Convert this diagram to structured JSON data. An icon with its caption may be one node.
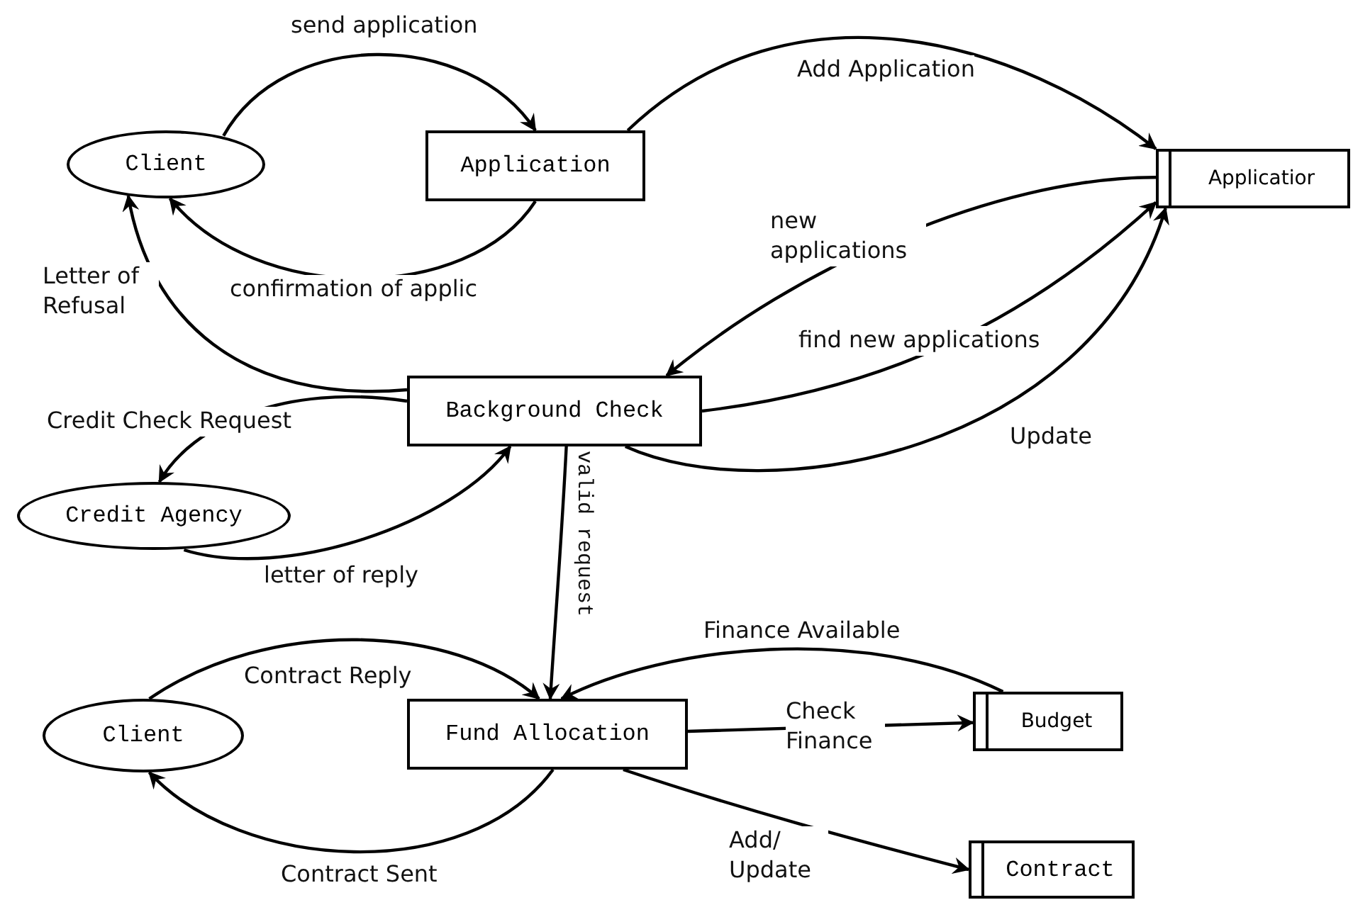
{
  "diagram": {
    "nodes": [
      {
        "text": [
          "Client"
        ]
      },
      {
        "text": [
          "Application"
        ]
      },
      {
        "text": [
          "Applicatior"
        ]
      },
      {
        "text": [
          "Background Check"
        ]
      },
      {
        "text": [
          "Credit Agency"
        ]
      },
      {
        "text": [
          "Client"
        ]
      },
      {
        "text": [
          "Fund Allocation"
        ]
      },
      {
        "text": [
          "Budget"
        ]
      },
      {
        "text": [
          "Contract"
        ]
      }
    ],
    "edges": [
      {
        "from": 0,
        "to": 1,
        "arrow": "to",
        "label": "send application"
      },
      {
        "from": 1,
        "to": 0,
        "arrow": "to",
        "label": "confirmation of applic"
      },
      {
        "from": 1,
        "to": 2,
        "arrow": "to",
        "label": "Add Application"
      },
      {
        "from": 2,
        "to": 3,
        "arrow": "to",
        "label": "new applications"
      },
      {
        "from": 3,
        "to": 2,
        "arrow": "to",
        "label": "find new applications"
      },
      {
        "from": 3,
        "to": 2,
        "arrow": "to",
        "label": "Update"
      },
      {
        "from": 3,
        "to": 0,
        "arrow": "to",
        "label": "Letter of Refusal"
      },
      {
        "from": 3,
        "to": 4,
        "arrow": "to",
        "label": "Credit Check Request"
      },
      {
        "from": 4,
        "to": 3,
        "arrow": "to",
        "label": "letter of reply"
      },
      {
        "from": 3,
        "to": 6,
        "arrow": "to",
        "label": "valid request"
      },
      {
        "from": 5,
        "to": 6,
        "arrow": "to",
        "label": "Contract Reply"
      },
      {
        "from": 6,
        "to": 5,
        "arrow": "to",
        "label": "Contract Sent"
      },
      {
        "from": 7,
        "to": 6,
        "arrow": "to",
        "label": "Finance Available"
      },
      {
        "from": 6,
        "to": 7,
        "arrow": "to",
        "label": "Check Finance"
      },
      {
        "from": 6,
        "to": 8,
        "arrow": "to",
        "label": "Add/ Update"
      }
    ]
  }
}
